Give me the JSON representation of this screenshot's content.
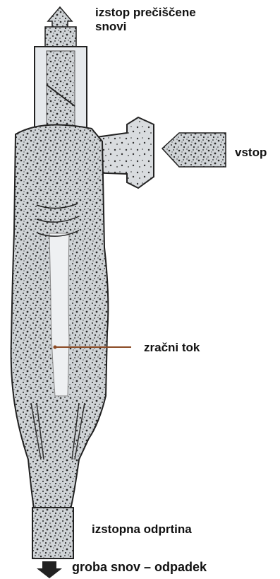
{
  "labels": {
    "outlet_top_line1": "izstop prečiščene",
    "outlet_top_line2": "snovi",
    "inlet": "vstop",
    "airflow": "zračni tok",
    "bottom_outlet": "izstopna odprtina",
    "waste": "groba snov – odpadek"
  },
  "colors": {
    "leader_line": "#8b4a24",
    "shell": "#e6e9ec",
    "speckle": "#2b2b2b"
  }
}
